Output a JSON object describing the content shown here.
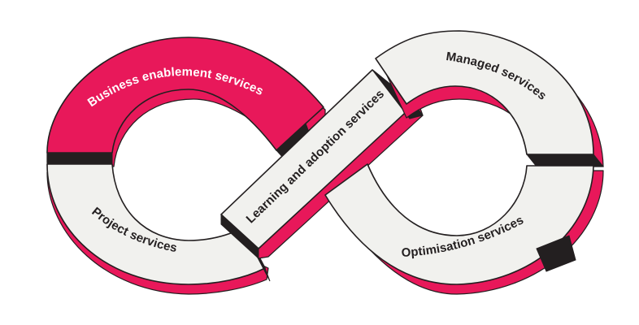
{
  "colors": {
    "pink": "#e8185a",
    "off_white": "#f1f1ee",
    "outline": "#231f20",
    "pink_text": "#ffffff",
    "light_text": "#231f20"
  },
  "segments": [
    {
      "id": "business-enablement",
      "label": "Business enablement services",
      "face": "pink"
    },
    {
      "id": "project",
      "label": "Project services",
      "face": "off_white"
    },
    {
      "id": "learning-adoption",
      "label": "Learning and adoption services",
      "face": "off_white"
    },
    {
      "id": "managed",
      "label": "Managed services",
      "face": "off_white"
    },
    {
      "id": "optimisation",
      "label": "Optimisation services",
      "face": "off_white"
    }
  ]
}
